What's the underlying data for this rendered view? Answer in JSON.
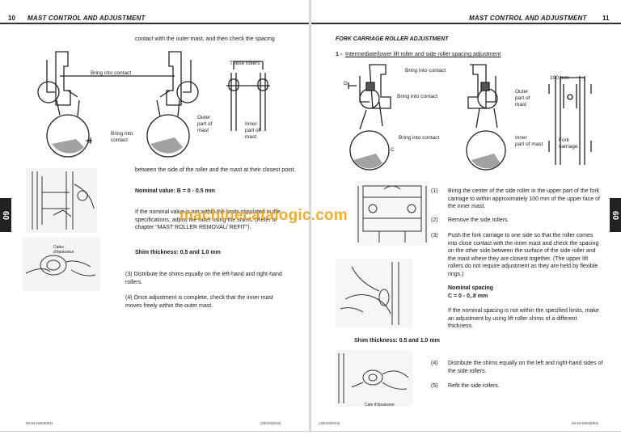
{
  "left_page": {
    "page_number": "10",
    "section_title": "MAST CONTROL AND ADJUSTMENT",
    "intro_text": "contact with the outer mast, and then check the spacing",
    "diagram_labels": {
      "bring_into_contact_top": "Bring into contact",
      "these_rollers": "These rollers",
      "b_label": "B",
      "bring_into_contact_bottom": "Bring into\ncontact",
      "outer_part": "Outer\npart of\nmast",
      "inner_part": "Inner\npart of\nmast"
    },
    "between_text": "between the side of the roller and the mast at their closest point.",
    "nominal_value": "Nominal value: B = 0 - 0.5 mm",
    "nominal_note": "If the nominal value is not within the limits stipulated in the specifications, adjust the roller using the shims. (Refer to chapter \"MAST ROLLER REMOVAL/ REFIT\").",
    "shim_thickness": "Shim thickness: 0.5 and 1.0 mm",
    "photo_label": "Cales\nd'épaisseur",
    "step3": "(3)  Distribute the shims equally on the left-hand and right-hand rollers.",
    "step4": "(4)  Once adjustment is complete, check that the inner mast moves freely within the outer mast.",
    "footer_left": "60-04-M2530EN",
    "footer_date": "(28/10/2015)"
  },
  "right_page": {
    "page_number": "11",
    "section_title": "MAST CONTROL AND ADJUSTMENT",
    "heading": "FORK CARRIAGE ROLLER ADJUSTMENT",
    "sub_num": "1 -",
    "sub_heading": "Intermediate/lower lift roller and side roller spacing adjustment",
    "diagram_labels": {
      "bring_into_contact_1": "Bring into contact",
      "bring_into_contact_2": "Bring into contact",
      "bring_into_contact_3": "Bring into contact",
      "d_label": "D",
      "c_label": "C",
      "dim_100": "100 mm",
      "outer_part": "Outer\npart of\nmast",
      "inner_part": "Inner\npart of mast",
      "fork_carriage": "Fork\ncarriage"
    },
    "step1_num": "(1)",
    "step1": "Bring the center of the side roller in the upper part of the fork carriage to within approximately 100 mm of the upper face of the inner mast.",
    "step2_num": "(2)",
    "step2": "Remove the side rollers.",
    "step3_num": "(3)",
    "step3": "Push the fork carriage to one side so that the roller comes into close contact with the inner mast and check the spacing on the other side between the surface of the side roller and the mast where they are closest together. (The upper lift rollers do not require adjustment as they are held by flexible rings.)",
    "nominal_spacing_title": "Nominal spacing",
    "nominal_spacing_value": "C = 0 - 0,.8 mm",
    "nominal_note": "If the nominal spacing is not within the specified limits, make an adjustment by using lift roller shims of a different thickness.",
    "shim_thickness": "Shim thickness: 0.5 and 1.0 mm",
    "step4_num": "(4)",
    "step4": "Distribute the shims equally on the left and right-hand sides of the side rollers.",
    "step5_num": "(5)",
    "step5": "Refit the side rollers.",
    "photo_label": "Cale d'épaisseur",
    "footer_left": "60-04-M2530EN",
    "footer_date": "(28/10/2015)"
  },
  "side_tab": "60",
  "watermark": "machinecatalogic.com"
}
